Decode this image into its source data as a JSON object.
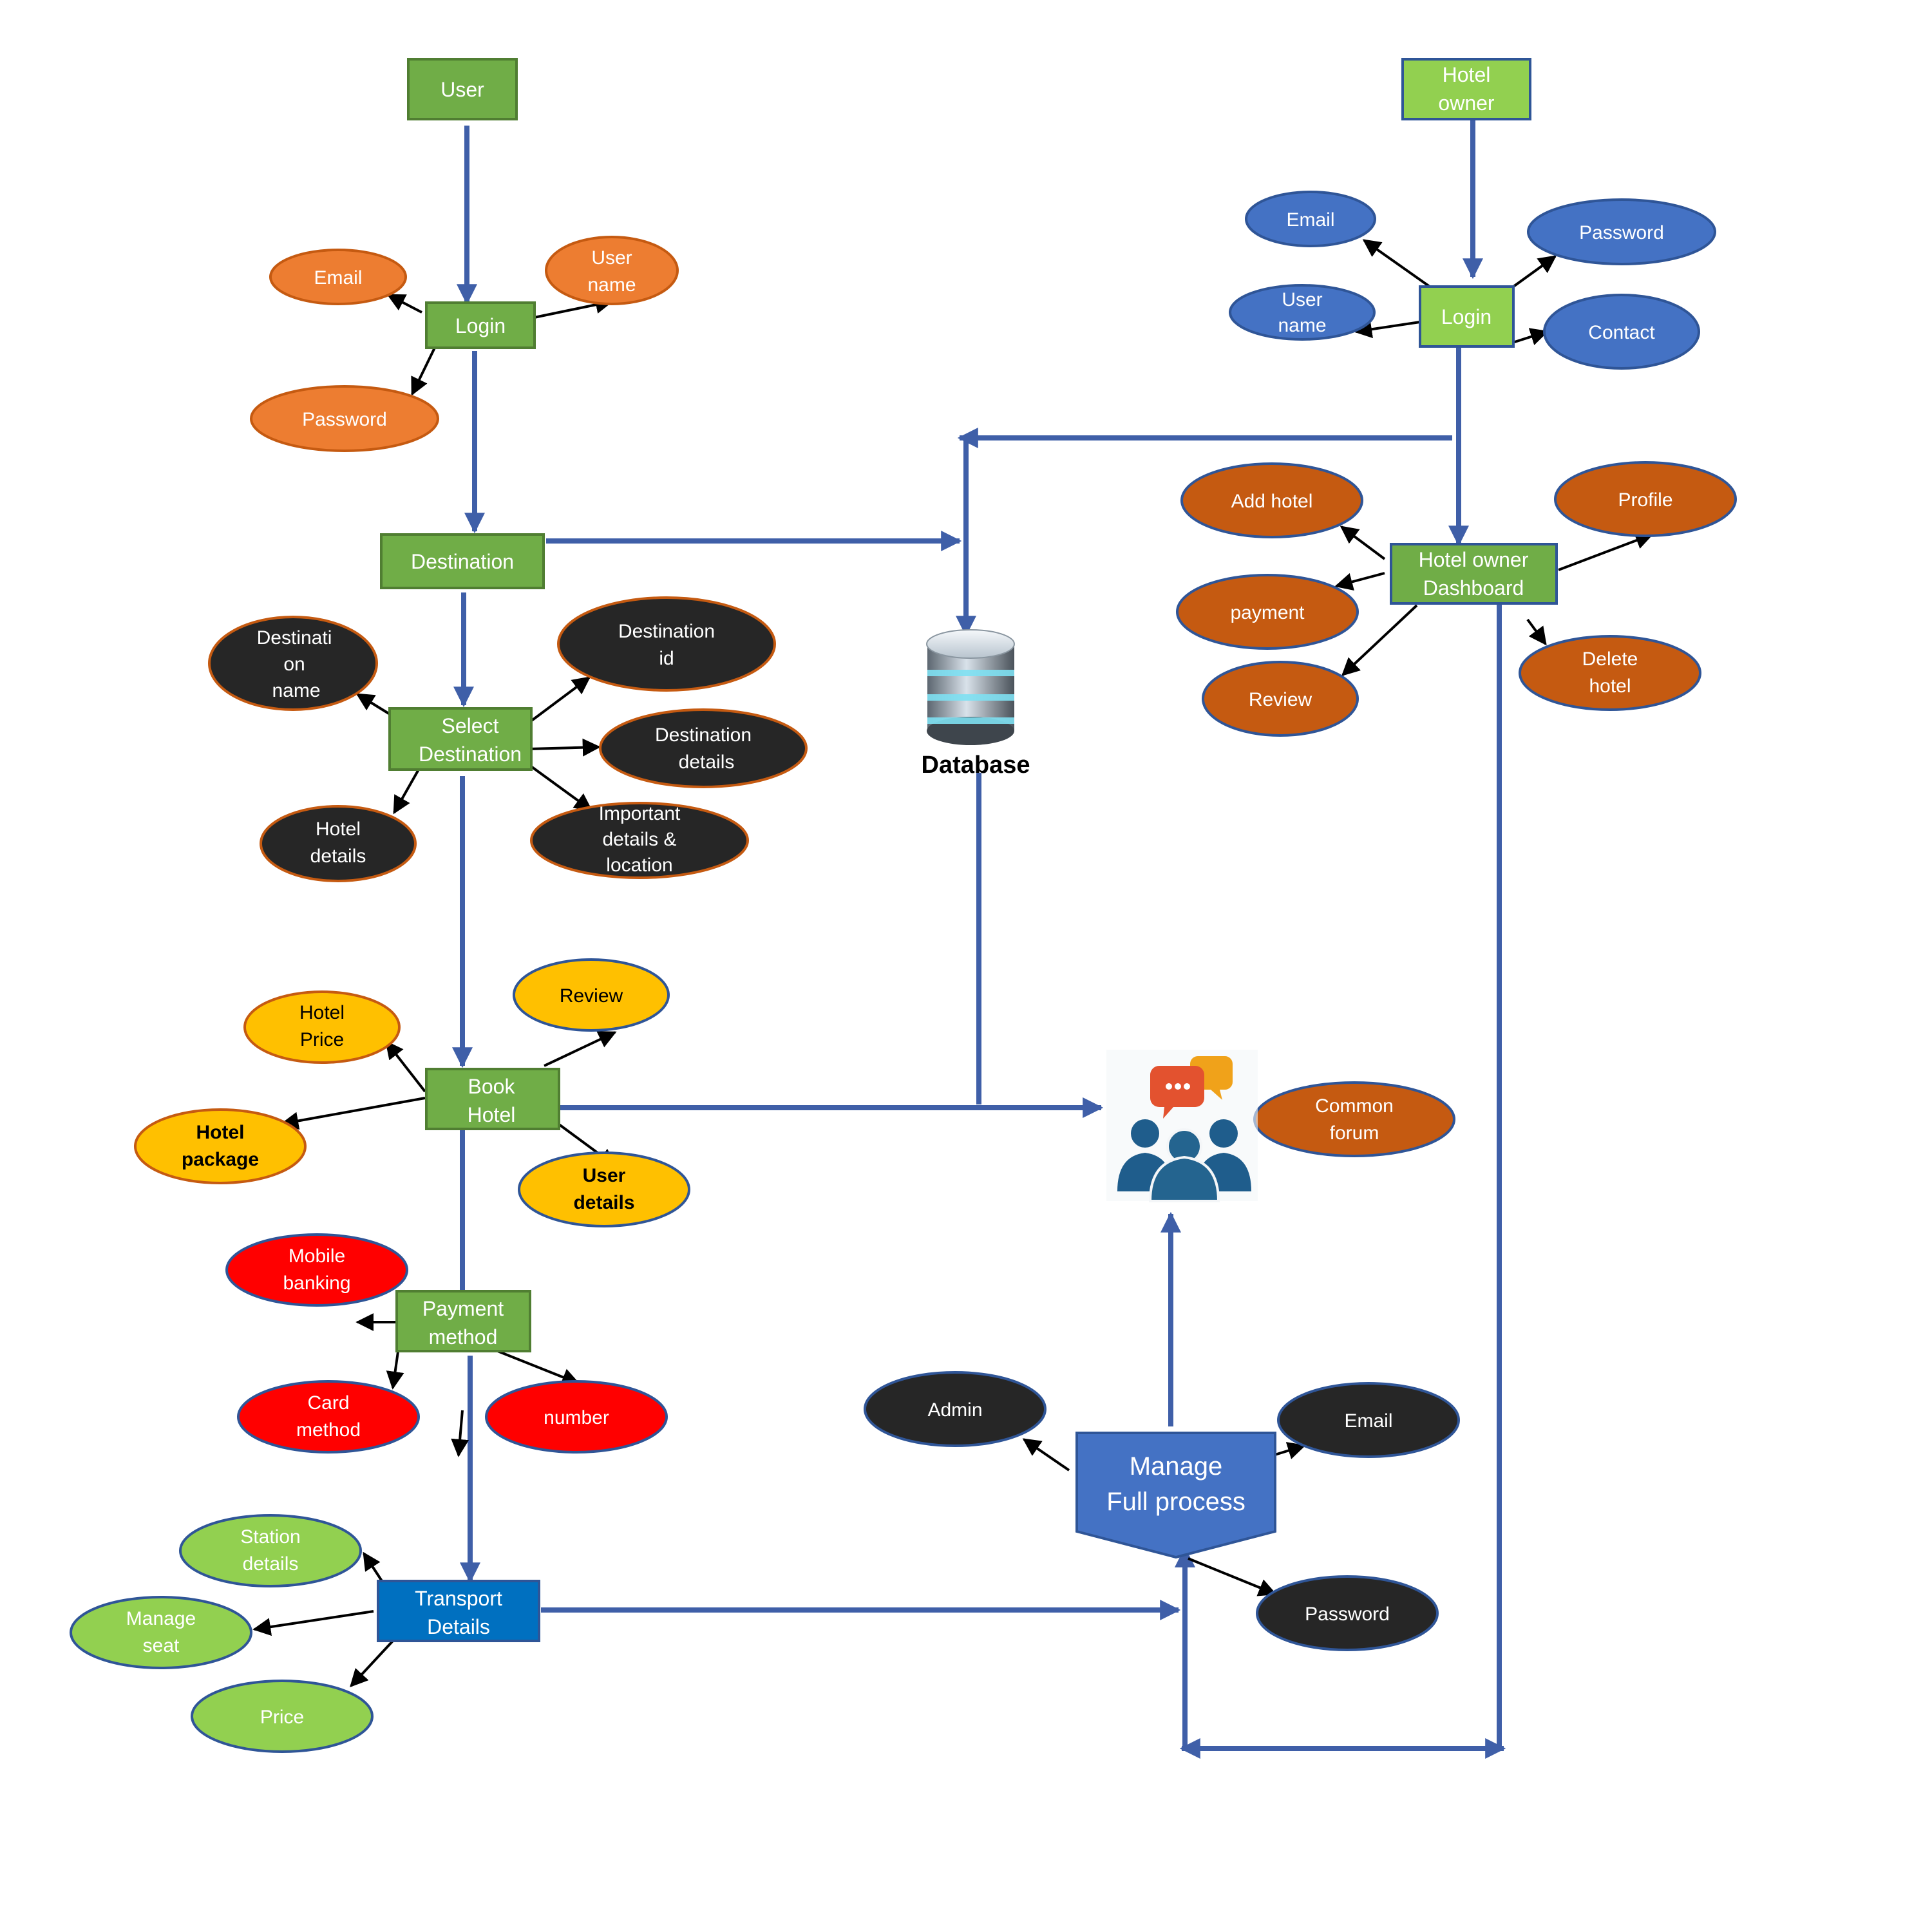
{
  "colors": {
    "line": "#3F5FA8",
    "arrow": "#000000",
    "green_box": "#70AD47",
    "green_box_border": "#507E32",
    "light_green_box": "#92D050",
    "light_green_box_border": "#2F5597",
    "blue_box": "#0070C0",
    "orange": "#ED7D31",
    "blue": "#4472C4",
    "rust": "#C55A11",
    "black": "#262626",
    "yellow": "#FFC000",
    "red": "#FF0000",
    "light_green": "#92D050",
    "manage": "#4472C4"
  },
  "nodes": {
    "user": "User",
    "user_login": "Login",
    "user_email": "Email",
    "user_username": [
      "User",
      "name"
    ],
    "user_password": "Password",
    "destination": "Destination",
    "select_destination": [
      "Select",
      "Destination"
    ],
    "destination_name": [
      "Destinati",
      "on",
      "name"
    ],
    "destination_id": [
      "Destination",
      "id"
    ],
    "destination_details": [
      "Destination",
      "details"
    ],
    "hotel_details": [
      "Hotel",
      "details"
    ],
    "important_details": [
      "Important",
      "details &",
      "location"
    ],
    "database": "Database",
    "book_hotel": [
      "Book",
      "Hotel"
    ],
    "hotel_price": [
      "Hotel",
      "Price"
    ],
    "review_yellow": "Review",
    "hotel_package": [
      "Hotel",
      "package"
    ],
    "user_details": [
      "User",
      "details"
    ],
    "payment_method": [
      "Payment",
      "method"
    ],
    "mobile_banking": [
      "Mobile",
      "banking"
    ],
    "card_method": [
      "Card",
      "method"
    ],
    "number": "number",
    "transport_details": [
      "Transport",
      "Details"
    ],
    "station_details": [
      "Station",
      "details"
    ],
    "manage_seat": [
      "Manage",
      "seat"
    ],
    "price": "Price",
    "hotel_owner": [
      "Hotel",
      "owner"
    ],
    "owner_login": "Login",
    "owner_email": "Email",
    "owner_password": "Password",
    "owner_username": [
      "User",
      "name"
    ],
    "owner_contact": "Contact",
    "owner_dashboard": [
      "Hotel owner",
      "Dashboard"
    ],
    "add_hotel": "Add hotel",
    "profile": "Profile",
    "payment": "payment",
    "review_rust": "Review",
    "delete_hotel": [
      "Delete",
      "hotel"
    ],
    "common_forum": [
      "Common",
      "forum"
    ],
    "manage": [
      "Manage",
      "Full process"
    ],
    "admin": "Admin",
    "admin_email": "Email",
    "admin_password": "Password"
  }
}
